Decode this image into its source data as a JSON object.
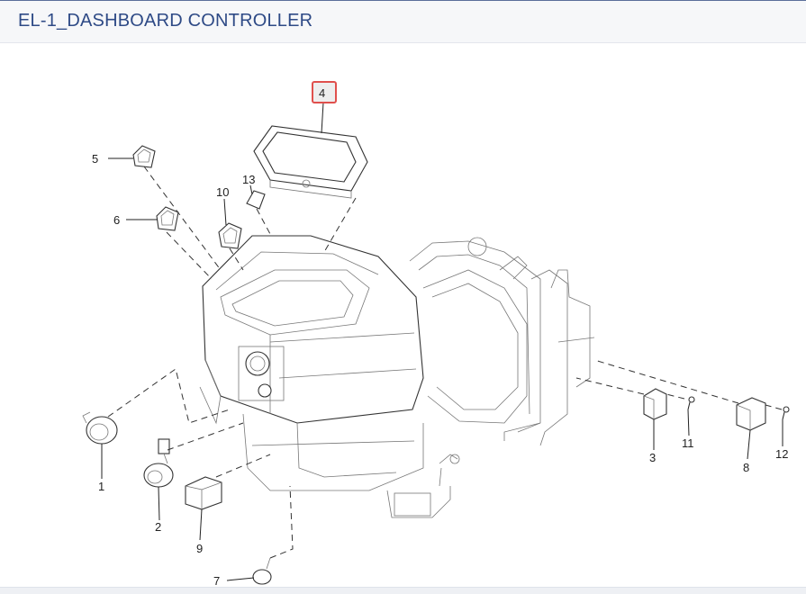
{
  "page": {
    "title": "EL-1_DASHBOARD CONTROLLER"
  },
  "callouts": [
    {
      "id": "1",
      "label": "1"
    },
    {
      "id": "2",
      "label": "2"
    },
    {
      "id": "3",
      "label": "3"
    },
    {
      "id": "4",
      "label": "4",
      "highlighted": true
    },
    {
      "id": "5",
      "label": "5"
    },
    {
      "id": "6",
      "label": "6"
    },
    {
      "id": "7",
      "label": "7"
    },
    {
      "id": "8",
      "label": "8"
    },
    {
      "id": "9",
      "label": "9"
    },
    {
      "id": "10",
      "label": "10"
    },
    {
      "id": "11",
      "label": "11"
    },
    {
      "id": "12",
      "label": "12"
    },
    {
      "id": "13",
      "label": "13"
    }
  ],
  "colors": {
    "title": "#2e4a86",
    "highlight_border": "#e0504d"
  }
}
